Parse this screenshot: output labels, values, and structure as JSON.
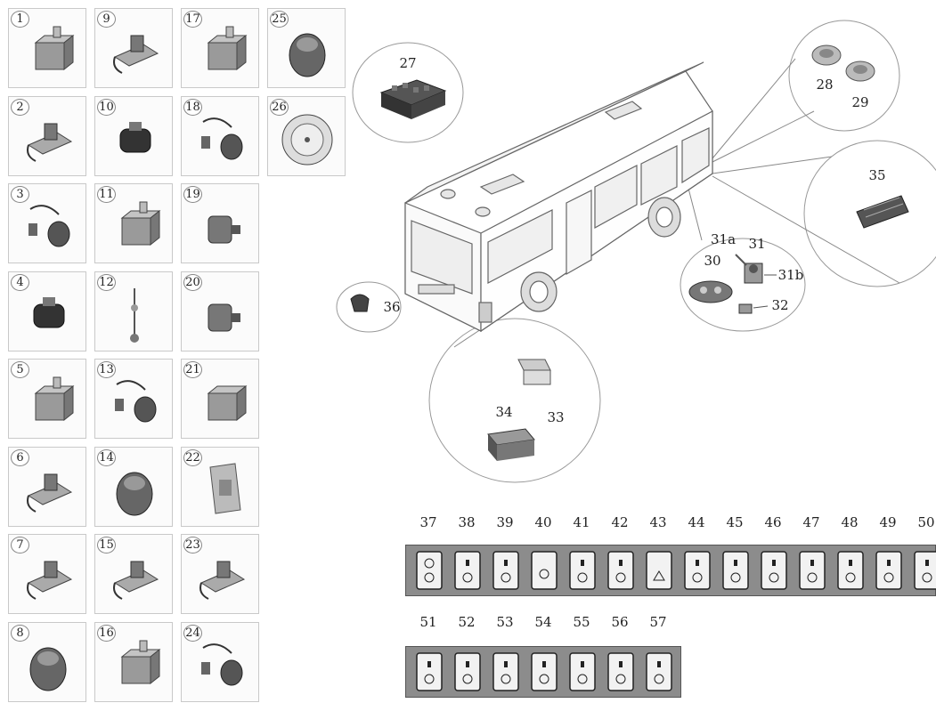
{
  "parts_grid": [
    {
      "number": "1",
      "icon": "relay-with-bracket"
    },
    {
      "number": "9",
      "icon": "sensor-on-plate"
    },
    {
      "number": "17",
      "icon": "relay-with-tab"
    },
    {
      "number": "25",
      "icon": "buzzer"
    },
    {
      "number": "2",
      "icon": "horn-bracket"
    },
    {
      "number": "10",
      "icon": "pressure-switch"
    },
    {
      "number": "18",
      "icon": "sensor-with-lead"
    },
    {
      "number": "26",
      "icon": "round-connector"
    },
    {
      "number": "3",
      "icon": "sensor-with-cable"
    },
    {
      "number": "11",
      "icon": "relay-with-tab"
    },
    {
      "number": "19",
      "icon": "cylindrical-sensor"
    },
    {
      "number": "4",
      "icon": "starter-solenoid"
    },
    {
      "number": "12",
      "icon": "level-float"
    },
    {
      "number": "20",
      "icon": "threaded-sensor"
    },
    {
      "number": "5",
      "icon": "flasher-unit"
    },
    {
      "number": "13",
      "icon": "fuel-sender"
    },
    {
      "number": "21",
      "icon": "relay-box"
    },
    {
      "number": "6",
      "icon": "wire-clip"
    },
    {
      "number": "14",
      "icon": "oil-pressure-sender"
    },
    {
      "number": "22",
      "icon": "switch-plate"
    },
    {
      "number": "7",
      "icon": "connector-module"
    },
    {
      "number": "15",
      "icon": "cigar-lighter"
    },
    {
      "number": "23",
      "icon": "bracket-switch"
    },
    {
      "number": "8",
      "icon": "dome-cap"
    },
    {
      "number": "16",
      "icon": "relay-with-bracket"
    },
    {
      "number": "24",
      "icon": "wired-pressure-switch"
    }
  ],
  "bus_callouts": {
    "c27": "27",
    "c28": "28",
    "c29": "29",
    "c35": "35",
    "c30": "30",
    "c31": "31",
    "c31a": "31a",
    "c31b": "31b",
    "c32": "32",
    "c33": "33",
    "c34": "34",
    "c36": "36"
  },
  "switch_row_1": [
    {
      "number": "37",
      "icon": "double-indicator-switch"
    },
    {
      "number": "38",
      "icon": "fan-switch"
    },
    {
      "number": "39",
      "icon": "plain-switch"
    },
    {
      "number": "40",
      "icon": "blank-switch"
    },
    {
      "number": "41",
      "icon": "key-switch"
    },
    {
      "number": "42",
      "icon": "fog-lamp-switch"
    },
    {
      "number": "43",
      "icon": "hazard-switch"
    },
    {
      "number": "44",
      "icon": "heater-switch"
    },
    {
      "number": "45",
      "icon": "defrost-switch"
    },
    {
      "number": "46",
      "icon": "rear-fog-switch"
    },
    {
      "number": "47",
      "icon": "wiper-switch"
    },
    {
      "number": "48",
      "icon": "light-switch"
    },
    {
      "number": "49",
      "icon": "door-switch"
    },
    {
      "number": "50",
      "icon": "door-switch"
    }
  ],
  "switch_row_2": [
    {
      "number": "51",
      "icon": "ac-switch"
    },
    {
      "number": "52",
      "icon": "fan-switch"
    },
    {
      "number": "53",
      "icon": "cross-switch"
    },
    {
      "number": "54",
      "icon": "indicator-switch"
    },
    {
      "number": "55",
      "icon": "vent-switch"
    },
    {
      "number": "56",
      "icon": "seat-switch"
    },
    {
      "number": "57",
      "icon": "interior-light-switch"
    }
  ]
}
